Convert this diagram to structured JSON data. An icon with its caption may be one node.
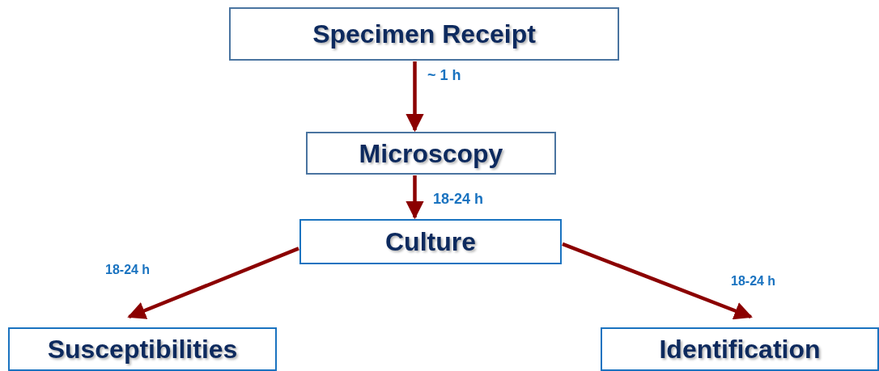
{
  "diagram": {
    "nodes": [
      {
        "text": [
          "Specimen Receipt"
        ]
      },
      {
        "text": [
          "Microscopy"
        ]
      },
      {
        "text": [
          "Culture"
        ]
      },
      {
        "text": [
          "Susceptibilities"
        ]
      },
      {
        "text": [
          "Identification"
        ]
      }
    ],
    "edges": [
      {
        "from": 0,
        "to": 1,
        "arrow": "to",
        "label": "~ 1 h"
      },
      {
        "from": 1,
        "to": 2,
        "arrow": "to",
        "label": "18-24 h"
      },
      {
        "from": 2,
        "to": 3,
        "arrow": "to",
        "label": "18-24 h"
      },
      {
        "from": 2,
        "to": 4,
        "arrow": "to",
        "label": "18-24 h"
      }
    ]
  }
}
